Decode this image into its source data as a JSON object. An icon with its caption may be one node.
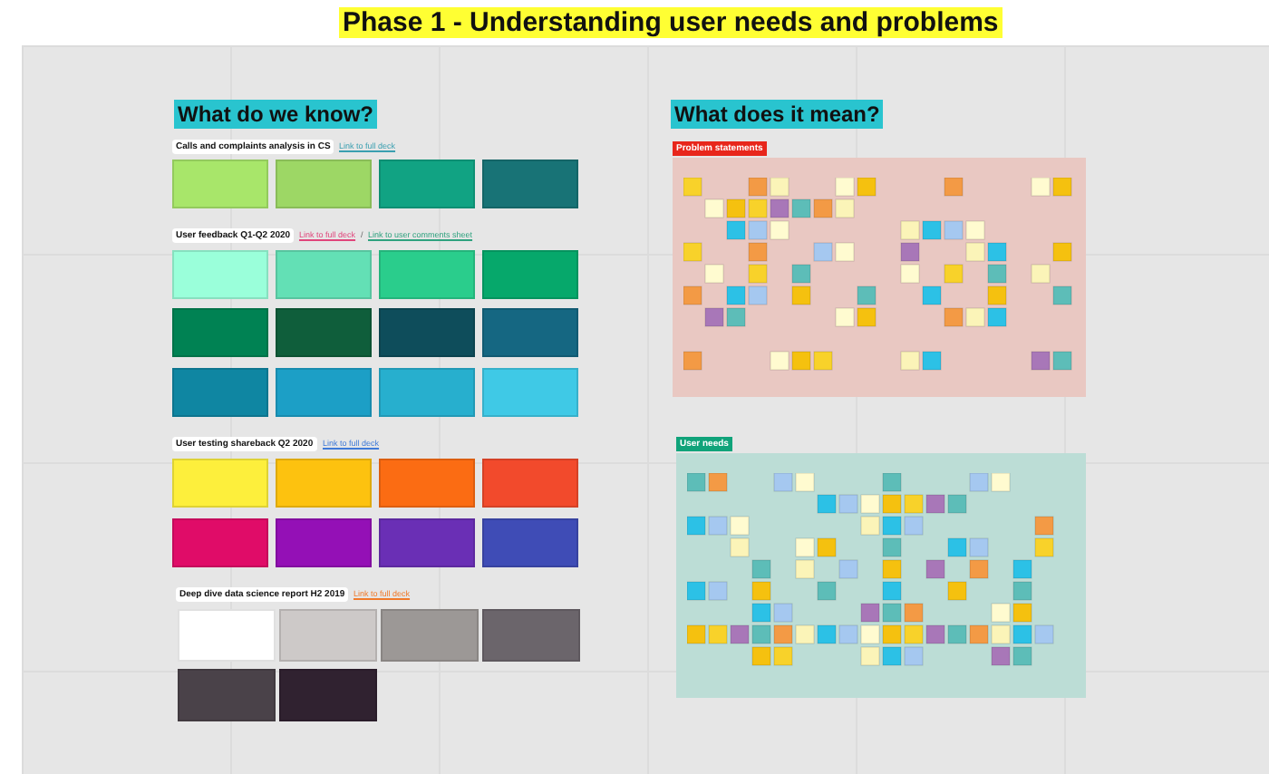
{
  "diagram": {
    "title": "Phase 1 - Understanding user needs and problems",
    "nodes": [
      {
        "text": [
          "Problem statements"
        ]
      },
      {
        "text": [
          "User needs"
        ]
      }
    ],
    "edges": [],
    "labels": [
      "What do we know?",
      "What does it mean?",
      "Calls and complaints analysis in CS",
      "Link to full deck",
      "User feedback Q1-Q2 2020",
      "Link to full deck",
      "/",
      "Link to user comments sheet",
      "User testing shareback Q2 2020",
      "Link to full deck",
      "Deep dive data science report H2 2019",
      "Link to full deck"
    ]
  }
}
